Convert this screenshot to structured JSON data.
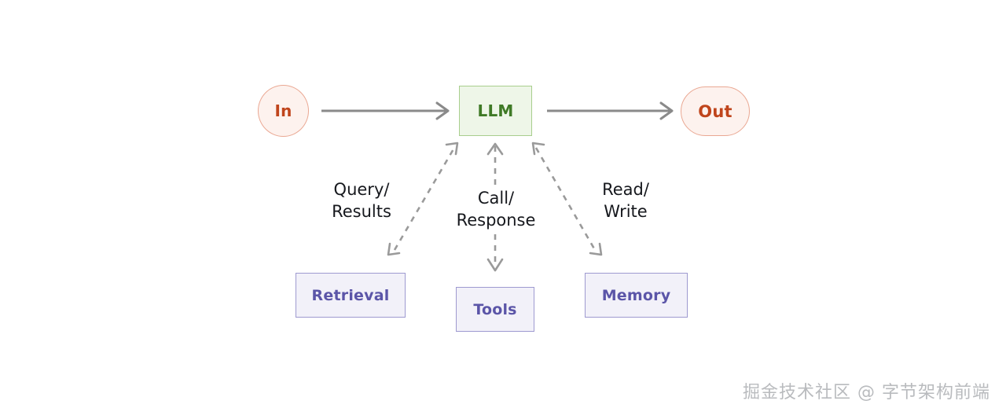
{
  "diagram": {
    "title": "LLM agent architecture flow",
    "colors": {
      "io_fill": "#fdf2ee",
      "io_stroke": "#eaa893",
      "io_text": "#c0451c",
      "llm_fill": "#eef6e8",
      "llm_stroke": "#a8ce8d",
      "llm_text": "#3f7a26",
      "tool_fill": "#f2f1f9",
      "tool_stroke": "#9e9ad0",
      "tool_text": "#5b55a8",
      "arrow": "#8a8a8a",
      "label_text": "#16181d",
      "background": "#ffffff",
      "watermark": "#b9bbbe"
    },
    "nodes": {
      "input": {
        "label": "In",
        "shape": "circle"
      },
      "llm": {
        "label": "LLM",
        "shape": "rectangle"
      },
      "output": {
        "label": "Out",
        "shape": "stadium"
      },
      "retrieval": {
        "label": "Retrieval",
        "shape": "rectangle"
      },
      "tools": {
        "label": "Tools",
        "shape": "rectangle"
      },
      "memory": {
        "label": "Memory",
        "shape": "rectangle"
      }
    },
    "edges": {
      "in_to_llm": {
        "label": "",
        "style": "solid",
        "direction": "forward"
      },
      "llm_to_out": {
        "label": "",
        "style": "solid",
        "direction": "forward"
      },
      "llm_retrieval": {
        "label": "Query/\nResults",
        "style": "dashed",
        "direction": "both"
      },
      "llm_tools": {
        "label": "Call/\nResponse",
        "style": "dashed",
        "direction": "both"
      },
      "llm_memory": {
        "label": "Read/\nWrite",
        "style": "dashed",
        "direction": "both"
      }
    }
  },
  "watermark": {
    "text": "掘金技术社区 @ 字节架构前端"
  }
}
